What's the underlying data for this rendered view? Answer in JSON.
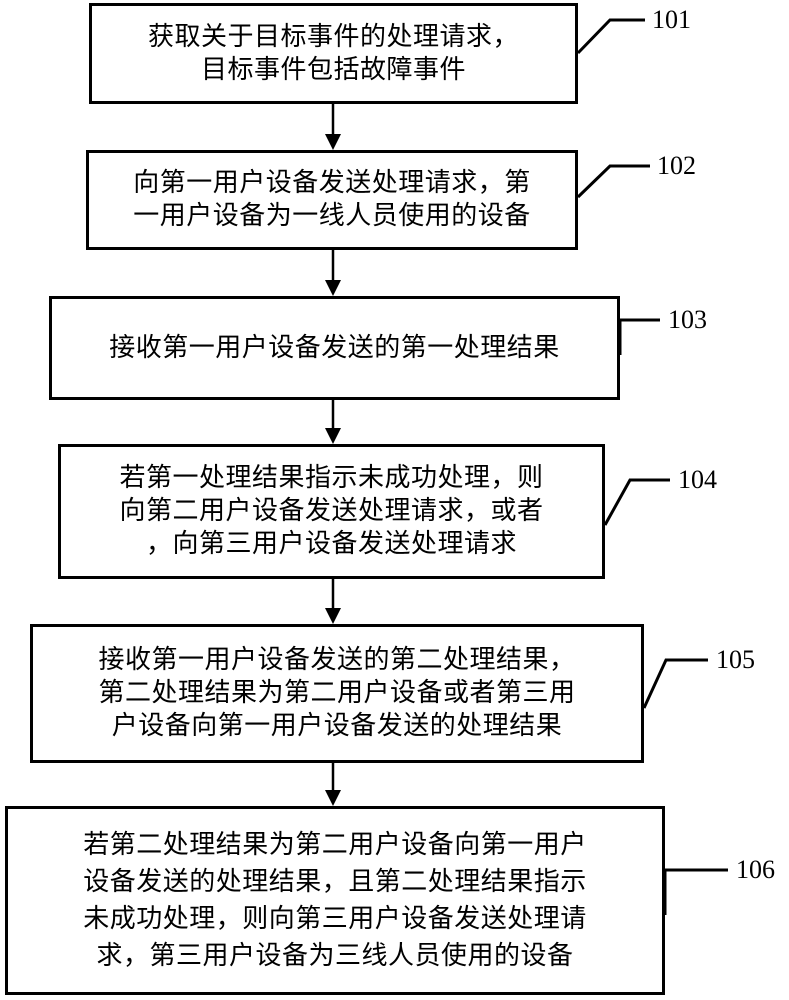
{
  "steps": [
    {
      "id": "101",
      "text": "获取关于目标事件的处理请求，\n目标事件包括故障事件"
    },
    {
      "id": "102",
      "text": "向第一用户设备发送处理请求，第\n一用户设备为一线人员使用的设备"
    },
    {
      "id": "103",
      "text": "接收第一用户设备发送的第一处理结果"
    },
    {
      "id": "104",
      "text": "若第一处理结果指示未成功处理，则\n向第二用户设备发送处理请求，或者\n，向第三用户设备发送处理请求"
    },
    {
      "id": "105",
      "text": "接收第一用户设备发送的第二处理结果，\n第二处理结果为第二用户设备或者第三用\n户设备向第一用户设备发送的处理结果"
    },
    {
      "id": "106",
      "text": "若第二处理结果为第二用户设备向第一用户\n设备发送的处理结果，且第二处理结果指示\n未成功处理，则向第三用户设备发送处理请\n求，第三用户设备为三线人员使用的设备"
    }
  ]
}
